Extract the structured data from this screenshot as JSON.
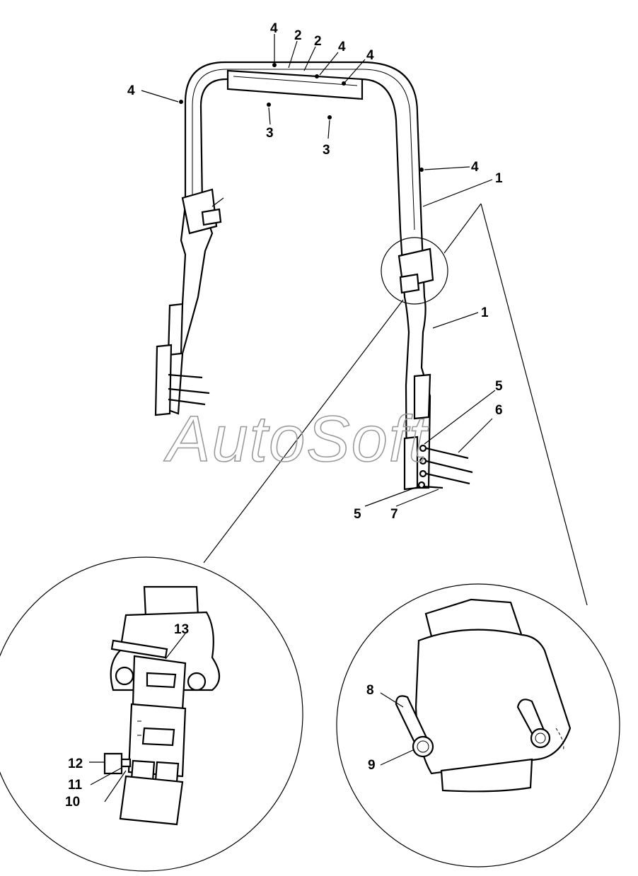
{
  "watermark": "AutoSoft",
  "callouts": [
    "1",
    "1",
    "2",
    "2",
    "3",
    "3",
    "4",
    "4",
    "4",
    "4",
    "4",
    "5",
    "5",
    "6",
    "7",
    "8",
    "9",
    "10",
    "11",
    "12",
    "13"
  ]
}
